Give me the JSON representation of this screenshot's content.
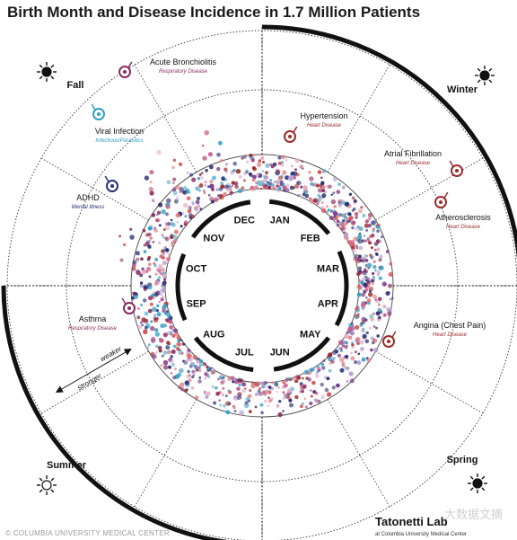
{
  "title": "Birth Month and Disease Incidence in 1.7 Million Patients",
  "months": [
    "JAN",
    "FEB",
    "MAR",
    "APR",
    "MAY",
    "JUN",
    "JUL",
    "AUG",
    "SEP",
    "OCT",
    "NOV",
    "DEC"
  ],
  "seasons": [
    "Winter",
    "Spring",
    "Summer",
    "Fall"
  ],
  "diseases": [
    {
      "name": "Acute Bronchiolitis",
      "category": "Respiratory Disease",
      "color": "#8a2b5e",
      "cat_color": "#8a2b5e"
    },
    {
      "name": "Viral Infection",
      "category": "Infectious/Parasitics",
      "color": "#2f9fc4",
      "cat_color": "#2f9fc4"
    },
    {
      "name": "ADHD",
      "category": "Mental Illness",
      "color": "#26307a",
      "cat_color": "#26307a"
    },
    {
      "name": "Asthma",
      "category": "Respiratory Disease",
      "color": "#8a2b5e",
      "cat_color": "#8a2b5e"
    },
    {
      "name": "Hypertension",
      "category": "Heart Disease",
      "color": "#9b2b2b",
      "cat_color": "#9b2b2b"
    },
    {
      "name": "Atrial Fibrillation",
      "category": "Heart Disease",
      "color": "#9b2b2b",
      "cat_color": "#9b2b2b"
    },
    {
      "name": "Atherosclerosis",
      "category": "Heart Disease",
      "color": "#9b2b2b",
      "cat_color": "#9b2b2b"
    },
    {
      "name": "Angina (Chest Pain)",
      "category": "Heart Disease",
      "color": "#9b2b2b",
      "cat_color": "#9b2b2b"
    }
  ],
  "scale": {
    "stronger": "stronger",
    "weaker": "weaker"
  },
  "footer": "© COLUMBIA UNIVERSITY MEDICAL CENTER",
  "lab": {
    "name": "Tatonetti Lab",
    "affiliation": "at Columbia University Medical Center"
  },
  "watermark": "大数据文摘"
}
